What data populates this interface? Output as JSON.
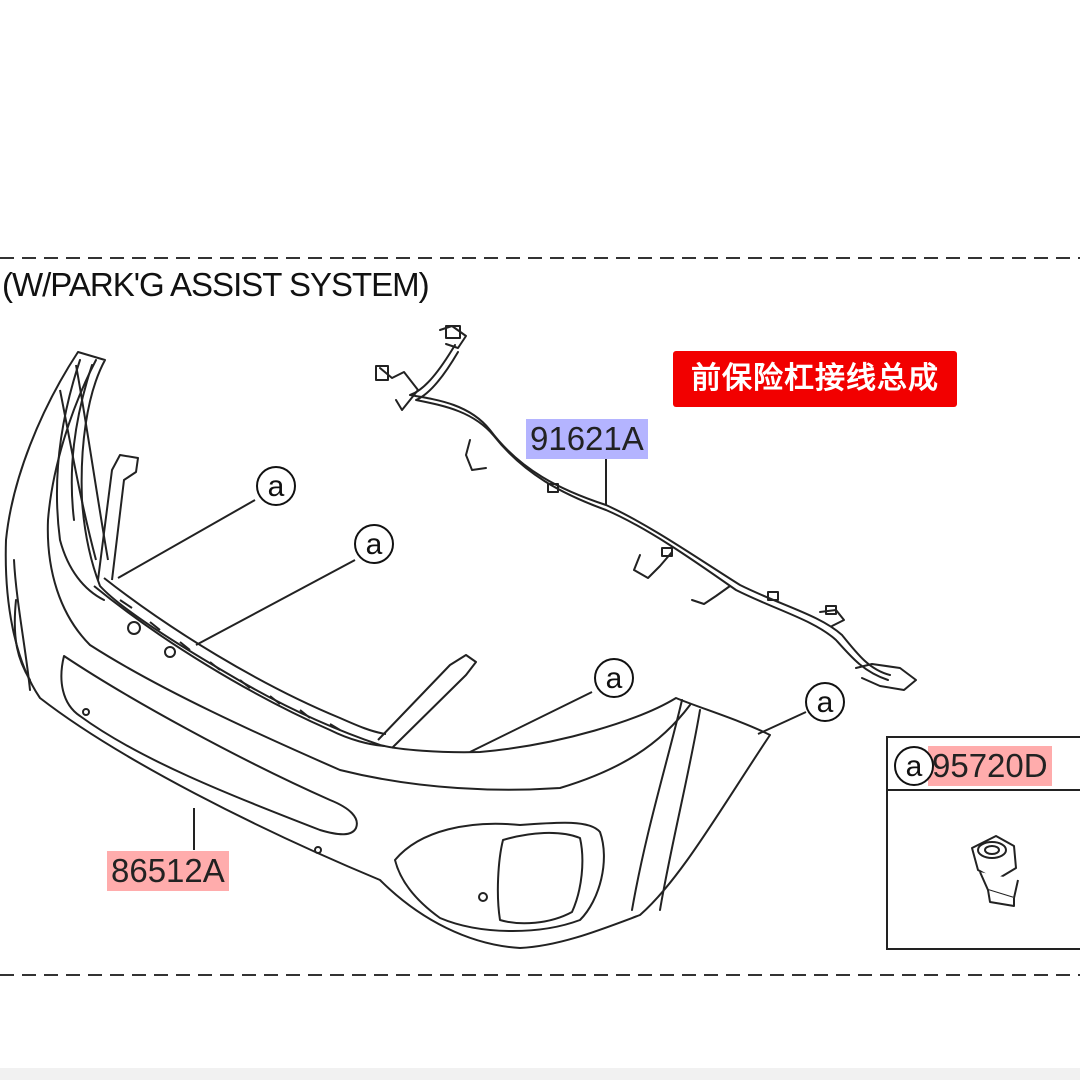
{
  "heading": "(W/PARK'G ASSIST SYSTEM)",
  "chinese_label": "前保险杠接线总成",
  "parts": {
    "wiring": "91621A",
    "bumper": "86512A",
    "sensor": "95720D"
  },
  "callout_letter": "a",
  "colors": {
    "chinese_label_bg": "#f20000",
    "wiring_highlight": "#b4b4ff",
    "part_highlight": "#ffacac"
  },
  "icons": {
    "callout": "circled-letter-a",
    "sensor": "parking-sensor-icon"
  }
}
